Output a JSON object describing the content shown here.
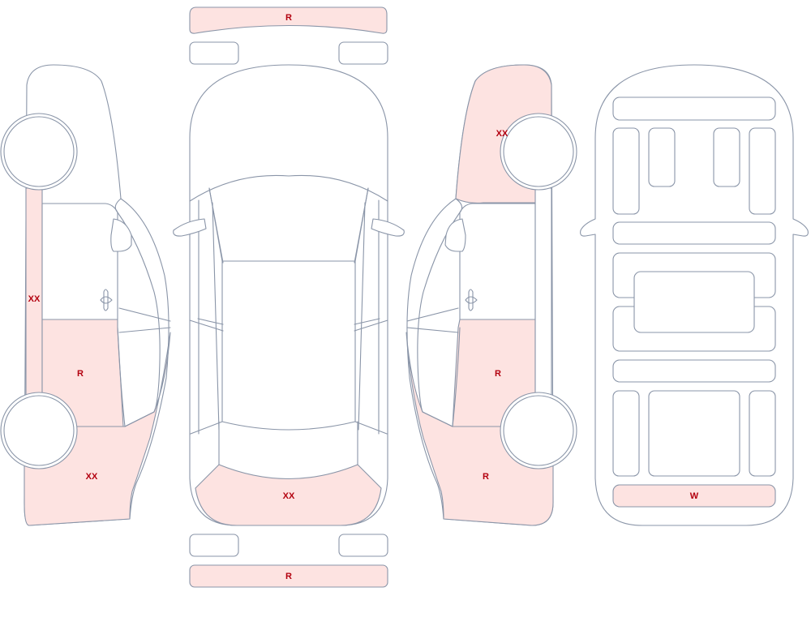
{
  "damage_color": "#fde3e1",
  "label_color": "#b3000f",
  "outline_color": "#8a95a8",
  "top_view": {
    "front_bumper_label": "R",
    "hood_label": "XX",
    "rear_bumper_label": "R"
  },
  "left_side": {
    "rocker_label": "XX",
    "rear_door_label": "R",
    "rear_quarter_label": "XX"
  },
  "right_side": {
    "front_fender_label": "XX",
    "rear_door_label": "R",
    "rear_quarter_label": "R"
  },
  "underbody": {
    "rear_panel_label": "W"
  }
}
